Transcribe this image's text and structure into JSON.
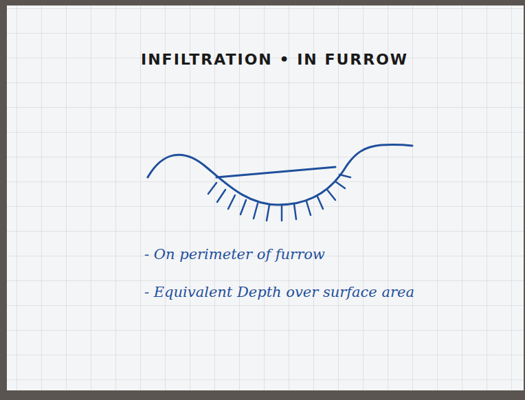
{
  "diagram": {
    "title": "INFILTRATION • IN FURROW",
    "labels": [
      "- On perimeter of furrow",
      "- Equivalent Depth over surface area"
    ]
  }
}
